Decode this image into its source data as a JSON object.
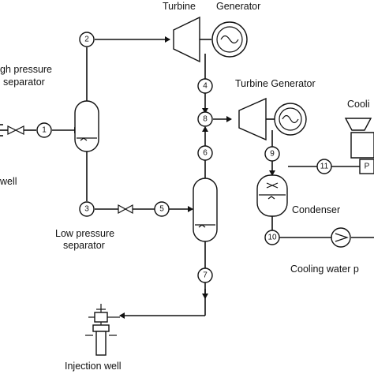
{
  "labels": {
    "turbine_top": "Turbine",
    "generator_top": "Generator",
    "turbine_generator": "Turbine Generator",
    "high_pressure_line1": "gh pressure",
    "high_pressure_line2": "separator",
    "well": "well",
    "low_pressure_line1": "Low pressure",
    "low_pressure_line2": "separator",
    "condenser": "Condenser",
    "cooling_top": "Cooli",
    "cooling_pump": "Cooling water p",
    "injection_well": "Injection well",
    "pump_p": "P"
  },
  "nodes": [
    "1",
    "2",
    "3",
    "4",
    "5",
    "6",
    "7",
    "8",
    "9",
    "10",
    "11"
  ]
}
